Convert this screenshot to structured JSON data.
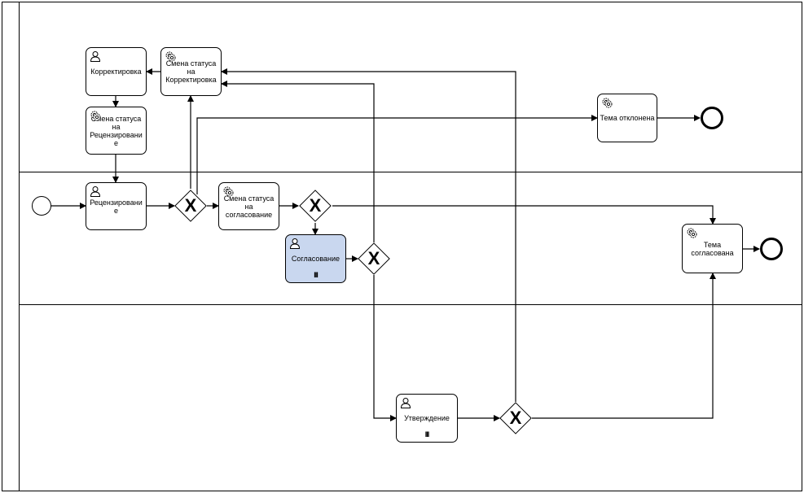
{
  "tasks": {
    "korrektirovka": {
      "label": "Корректировка",
      "kind": "user-task"
    },
    "status_korrektirovka": {
      "label": "Смена статуса на Корректировка",
      "kind": "service-task"
    },
    "status_recenzirovanie": {
      "label": "Смена статуса на Рецензировани е",
      "kind": "service-task"
    },
    "recenzirovanie": {
      "label": "Рецензировани е",
      "kind": "user-task"
    },
    "status_soglasovanie": {
      "label": "Смена статуса на согласование",
      "kind": "service-task"
    },
    "soglasovanie": {
      "label": "Согласование",
      "kind": "user-task",
      "marker": "III"
    },
    "tema_otklonena": {
      "label": "Тема отклонена",
      "kind": "service-task"
    },
    "tema_soglasovana": {
      "label": "Тема согласована",
      "kind": "service-task"
    },
    "utverzhdenie": {
      "label": "Утверждение",
      "kind": "user-task",
      "marker": "III"
    }
  },
  "gateways": {
    "symbol": "X"
  },
  "colors": {
    "stroke": "#000000",
    "active_task_fill": "#c9d7ef",
    "background": "#ffffff"
  }
}
